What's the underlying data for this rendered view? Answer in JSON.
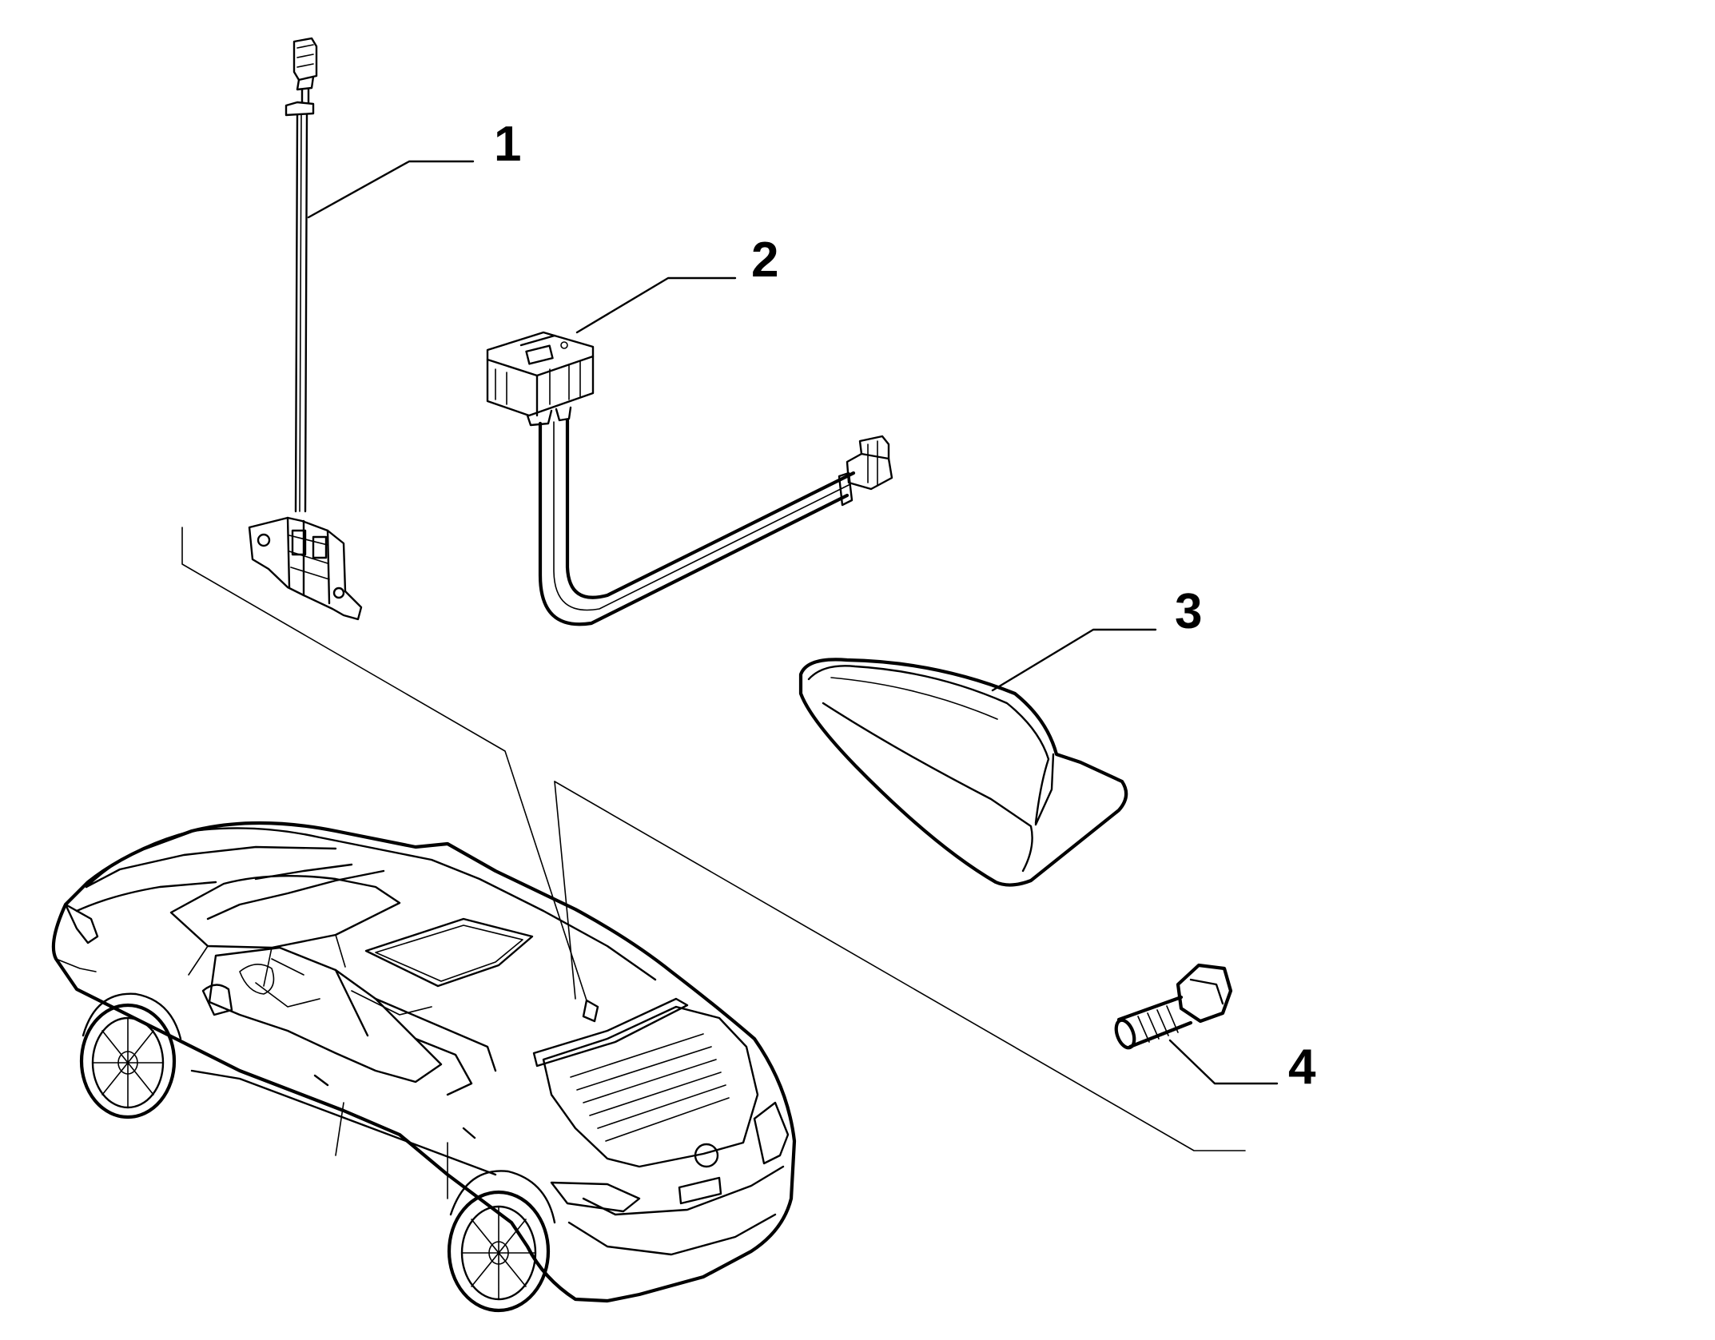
{
  "callouts": [
    {
      "number": "1"
    },
    {
      "number": "2"
    },
    {
      "number": "3"
    },
    {
      "number": "4"
    }
  ],
  "icons": {
    "part_1": "antenna-amplifier-cable-icon",
    "part_2": "usb-socket-harness-icon",
    "part_3": "shark-fin-antenna-icon",
    "part_4": "bolt-icon",
    "vehicle": "hatchback-car-icon"
  },
  "colors": {
    "line": "#000000",
    "background": "#ffffff"
  }
}
